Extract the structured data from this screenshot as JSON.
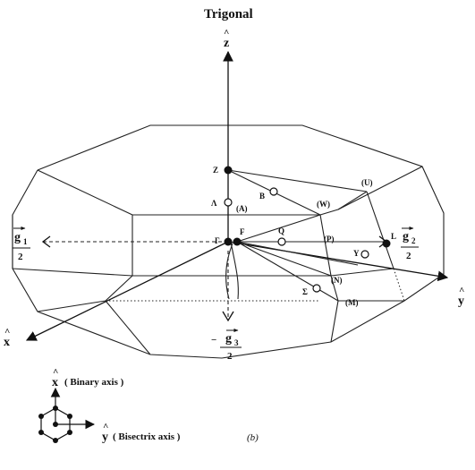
{
  "title": "Trigonal",
  "axes": {
    "z_hat": "z",
    "x_hat": "x",
    "y_hat": "y"
  },
  "reciprocal_vectors": {
    "g1": "g",
    "g1_sub": "1",
    "g2": "g",
    "g2_sub": "2",
    "g3": "g",
    "g3_sub": "3",
    "denominator": "2",
    "minus": "−"
  },
  "points": {
    "Z": "Z",
    "Lambda": "Λ",
    "A": "(A)",
    "B": "B",
    "W": "(W)",
    "U": "(U)",
    "Gamma": "Γ",
    "F": "F",
    "Q": "Q",
    "P": "(P)",
    "L": "L",
    "Y": "Y",
    "N": "(N)",
    "Sigma": "Σ",
    "M": "(M)"
  },
  "legend": {
    "binary": "( Binary axis )",
    "bisectrix": "( Bisectrix axis )"
  },
  "panel": "(b)"
}
